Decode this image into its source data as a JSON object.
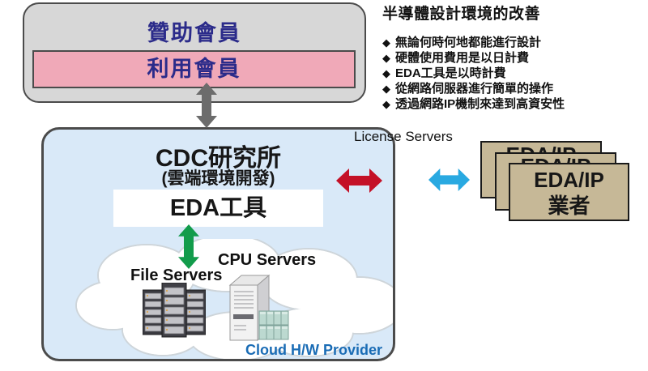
{
  "membership": {
    "sponsor_label": "贊助會員",
    "user_label": "利用會員"
  },
  "improvement": {
    "title": "半導體設計環境的改善",
    "bullet_glyph": "◆",
    "bullets": [
      "無論何時何地都能進行設計",
      "硬體使用費用是以日計費",
      "EDA工具是以時計費",
      "從網路伺服器進行簡單的操作",
      "透過網路IP機制來達到高資安性"
    ]
  },
  "cdc": {
    "title": "CDC研究所",
    "subtitle": "(雲端環境開發)",
    "eda_tool_label": "EDA工具",
    "file_servers_label": "File Servers",
    "cpu_servers_label": "CPU Servers",
    "provider_label": "Cloud H/W Provider"
  },
  "license_servers_label": "License Servers",
  "eda_ip_stack": {
    "back_label": "EDA/IP",
    "middle_label": "EDA/IP",
    "front_line1": "EDA/IP",
    "front_line2": "業者"
  },
  "icons": {
    "members_cdc_arrow": "gray vertical double-headed arrow",
    "eda_cloud_arrow": "green vertical double-headed arrow",
    "cdc_license_arrow": "red horizontal double-headed arrow",
    "license_vendor_arrow": "cyan horizontal double-headed arrow",
    "file_server_icon": "rack server towers",
    "cpu_server_icon": "tower server with mini racks",
    "cloud_shape": "white cloud"
  },
  "palette": {
    "member_text": "#2b2b8a",
    "gray_box_fill": "#d7d7d7",
    "pink_box_fill": "#f0a9b8",
    "blue_box_fill": "#d9e9f8",
    "box_border": "#4b4b4b",
    "tan_box_fill": "#c6b897",
    "gray_arrow": "#6c6c6c",
    "green_arrow": "#129c4b",
    "red_arrow": "#c41127",
    "cyan_arrow": "#29a9e1",
    "provider_text": "#1a6cb5"
  }
}
